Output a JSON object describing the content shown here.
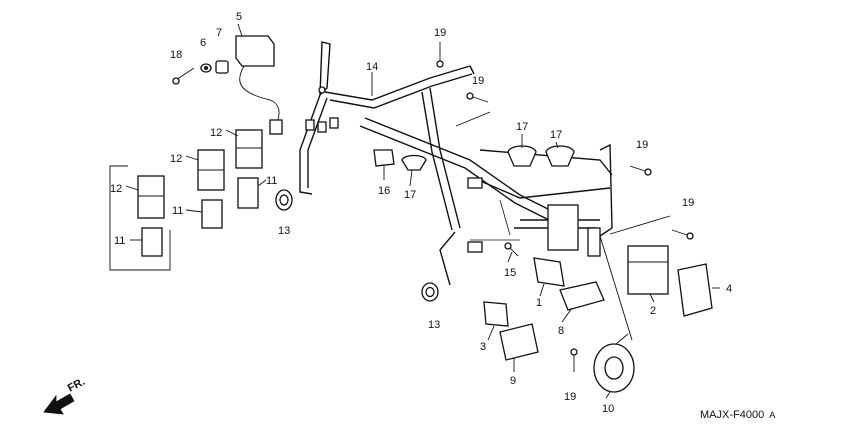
{
  "diagram": {
    "code": "MAJX-F4000",
    "code_suffix": "A",
    "direction_label": "FR.",
    "parts": [
      {
        "id": "p1",
        "label": "1"
      },
      {
        "id": "p2",
        "label": "2"
      },
      {
        "id": "p3",
        "label": "3"
      },
      {
        "id": "p4",
        "label": "4"
      },
      {
        "id": "p5",
        "label": "5"
      },
      {
        "id": "p6",
        "label": "6"
      },
      {
        "id": "p7",
        "label": "7"
      },
      {
        "id": "p8",
        "label": "8"
      },
      {
        "id": "p9",
        "label": "9"
      },
      {
        "id": "p10",
        "label": "10"
      },
      {
        "id": "p11a",
        "label": "11"
      },
      {
        "id": "p11b",
        "label": "11"
      },
      {
        "id": "p11c",
        "label": "11"
      },
      {
        "id": "p12a",
        "label": "12"
      },
      {
        "id": "p12b",
        "label": "12"
      },
      {
        "id": "p12c",
        "label": "12"
      },
      {
        "id": "p13a",
        "label": "13"
      },
      {
        "id": "p13b",
        "label": "13"
      },
      {
        "id": "p14",
        "label": "14"
      },
      {
        "id": "p15",
        "label": "15"
      },
      {
        "id": "p16",
        "label": "16"
      },
      {
        "id": "p17a",
        "label": "17"
      },
      {
        "id": "p17b",
        "label": "17"
      },
      {
        "id": "p17c",
        "label": "17"
      },
      {
        "id": "p18",
        "label": "18"
      },
      {
        "id": "p19a",
        "label": "19"
      },
      {
        "id": "p19b",
        "label": "19"
      },
      {
        "id": "p19c",
        "label": "19"
      },
      {
        "id": "p19d",
        "label": "19"
      },
      {
        "id": "p19e",
        "label": "19"
      }
    ]
  }
}
